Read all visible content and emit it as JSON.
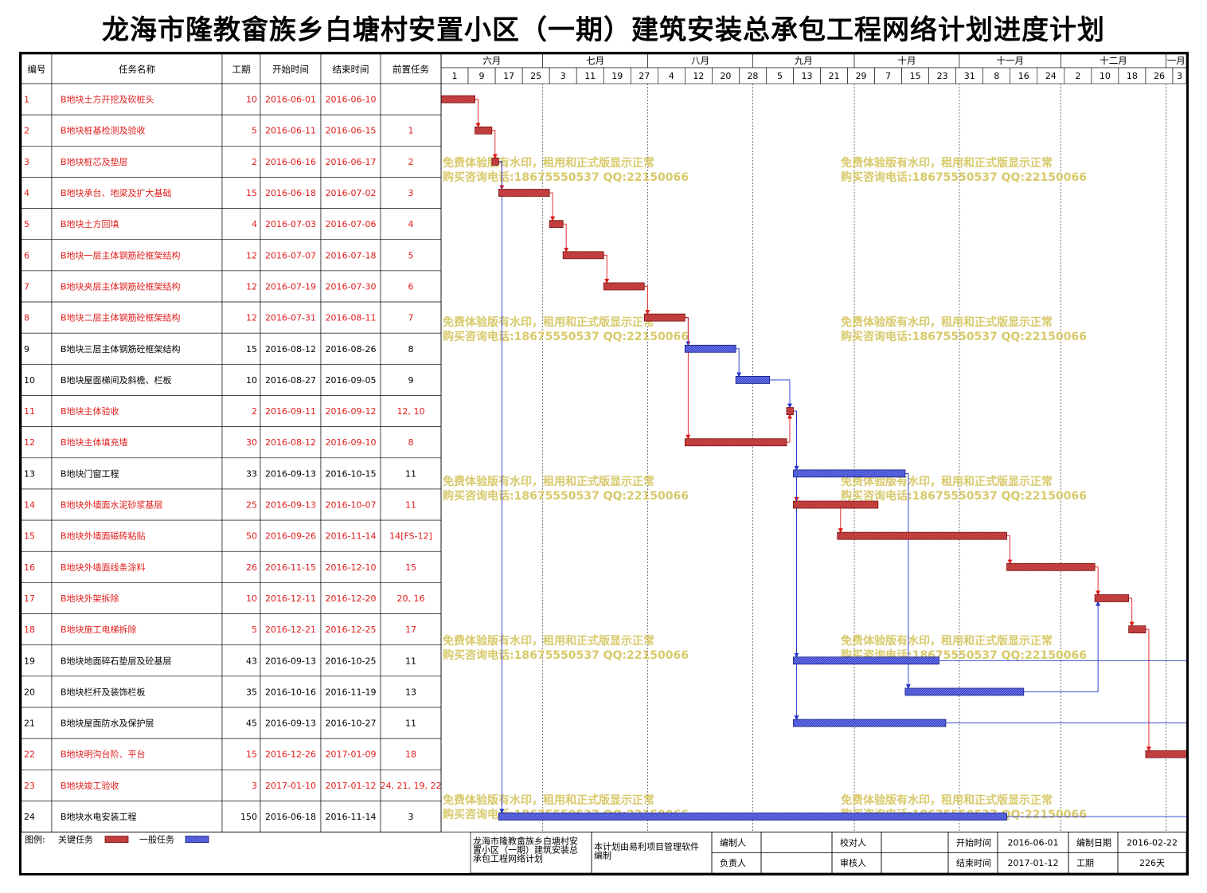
{
  "title": "龙海市隆教畲族乡白塘村安置小区（一期）建筑安装总承包工程网络计划进度计划",
  "colors": {
    "critical": "#d94c4c",
    "critical_text": "#e11b1b",
    "normal": "#3a46cf",
    "normal_text": "#000000",
    "watermark": "#d8c96a"
  },
  "columns": [
    "编号",
    "任务名称",
    "工期",
    "开始时间",
    "结束时间",
    "前置任务"
  ],
  "timeline": {
    "months": [
      {
        "label": "六月",
        "date": "2016-06-01"
      },
      {
        "label": "七月",
        "date": "2016-07-01"
      },
      {
        "label": "八月",
        "date": "2016-08-01"
      },
      {
        "label": "九月",
        "date": "2016-09-01"
      },
      {
        "label": "十月",
        "date": "2016-10-01"
      },
      {
        "label": "十一月",
        "date": "2016-11-01"
      },
      {
        "label": "十二月",
        "date": "2016-12-01"
      },
      {
        "label": "一月",
        "date": "2017-01-01"
      }
    ],
    "ticks": [
      {
        "label": "1",
        "date": "2016-06-01"
      },
      {
        "label": "9",
        "date": "2016-06-09"
      },
      {
        "label": "17",
        "date": "2016-06-17"
      },
      {
        "label": "25",
        "date": "2016-06-25"
      },
      {
        "label": "3",
        "date": "2016-07-03"
      },
      {
        "label": "11",
        "date": "2016-07-11"
      },
      {
        "label": "19",
        "date": "2016-07-19"
      },
      {
        "label": "27",
        "date": "2016-07-27"
      },
      {
        "label": "4",
        "date": "2016-08-04"
      },
      {
        "label": "12",
        "date": "2016-08-12"
      },
      {
        "label": "20",
        "date": "2016-08-20"
      },
      {
        "label": "28",
        "date": "2016-08-28"
      },
      {
        "label": "5",
        "date": "2016-09-05"
      },
      {
        "label": "13",
        "date": "2016-09-13"
      },
      {
        "label": "21",
        "date": "2016-09-21"
      },
      {
        "label": "29",
        "date": "2016-09-29"
      },
      {
        "label": "7",
        "date": "2016-10-07"
      },
      {
        "label": "15",
        "date": "2016-10-15"
      },
      {
        "label": "23",
        "date": "2016-10-23"
      },
      {
        "label": "31",
        "date": "2016-10-31"
      },
      {
        "label": "8",
        "date": "2016-11-08"
      },
      {
        "label": "16",
        "date": "2016-11-16"
      },
      {
        "label": "24",
        "date": "2016-11-24"
      },
      {
        "label": "2",
        "date": "2016-12-02"
      },
      {
        "label": "10",
        "date": "2016-12-10"
      },
      {
        "label": "18",
        "date": "2016-12-18"
      },
      {
        "label": "26",
        "date": "2016-12-26"
      },
      {
        "label": "3",
        "date": "2017-01-03"
      }
    ],
    "range": [
      "2016-06-01",
      "2017-01-07"
    ]
  },
  "chart_data": {
    "type": "gantt",
    "title": "龙海市隆教畲族乡白塘村安置小区（一期）建筑安装总承包工程网络计划进度计划",
    "tasks": [
      {
        "id": "1",
        "name": "B地块土方开挖及砍桩头",
        "duration": "10",
        "start": "2016-06-01",
        "end": "2016-06-10",
        "pred": "",
        "critical": true
      },
      {
        "id": "2",
        "name": "B地块桩基检测及验收",
        "duration": "5",
        "start": "2016-06-11",
        "end": "2016-06-15",
        "pred": "1",
        "critical": true
      },
      {
        "id": "3",
        "name": "B地块桩芯及垫层",
        "duration": "2",
        "start": "2016-06-16",
        "end": "2016-06-17",
        "pred": "2",
        "critical": true
      },
      {
        "id": "4",
        "name": "B地块承台、地梁及扩大基础",
        "duration": "15",
        "start": "2016-06-18",
        "end": "2016-07-02",
        "pred": "3",
        "critical": true
      },
      {
        "id": "5",
        "name": "B地块土方回填",
        "duration": "4",
        "start": "2016-07-03",
        "end": "2016-07-06",
        "pred": "4",
        "critical": true
      },
      {
        "id": "6",
        "name": "B地块一层主体钢筋砼框架结构",
        "duration": "12",
        "start": "2016-07-07",
        "end": "2016-07-18",
        "pred": "5",
        "critical": true
      },
      {
        "id": "7",
        "name": "B地块夹层主体钢筋砼框架结构",
        "duration": "12",
        "start": "2016-07-19",
        "end": "2016-07-30",
        "pred": "6",
        "critical": true
      },
      {
        "id": "8",
        "name": "B地块二层主体钢筋砼框架结构",
        "duration": "12",
        "start": "2016-07-31",
        "end": "2016-08-11",
        "pred": "7",
        "critical": true
      },
      {
        "id": "9",
        "name": "B地块三层主体钢筋砼框架结构",
        "duration": "15",
        "start": "2016-08-12",
        "end": "2016-08-26",
        "pred": "8",
        "critical": false
      },
      {
        "id": "10",
        "name": "B地块屋面梯间及斜檐、栏板",
        "duration": "10",
        "start": "2016-08-27",
        "end": "2016-09-05",
        "pred": "9",
        "critical": false
      },
      {
        "id": "11",
        "name": "B地块主体验收",
        "duration": "2",
        "start": "2016-09-11",
        "end": "2016-09-12",
        "pred": "12, 10",
        "critical": true
      },
      {
        "id": "12",
        "name": "B地块主体填充墙",
        "duration": "30",
        "start": "2016-08-12",
        "end": "2016-09-10",
        "pred": "8",
        "critical": true
      },
      {
        "id": "13",
        "name": "B地块门窗工程",
        "duration": "33",
        "start": "2016-09-13",
        "end": "2016-10-15",
        "pred": "11",
        "critical": false
      },
      {
        "id": "14",
        "name": "B地块外墙面水泥砂浆基层",
        "duration": "25",
        "start": "2016-09-13",
        "end": "2016-10-07",
        "pred": "11",
        "critical": true
      },
      {
        "id": "15",
        "name": "B地块外墙面磁砖粘贴",
        "duration": "50",
        "start": "2016-09-26",
        "end": "2016-11-14",
        "pred": "14[FS-12]",
        "critical": true
      },
      {
        "id": "16",
        "name": "B地块外墙面线条涂料",
        "duration": "26",
        "start": "2016-11-15",
        "end": "2016-12-10",
        "pred": "15",
        "critical": true
      },
      {
        "id": "17",
        "name": "B地块外架拆除",
        "duration": "10",
        "start": "2016-12-11",
        "end": "2016-12-20",
        "pred": "20, 16",
        "critical": true
      },
      {
        "id": "18",
        "name": "B地块施工电梯拆除",
        "duration": "5",
        "start": "2016-12-21",
        "end": "2016-12-25",
        "pred": "17",
        "critical": true
      },
      {
        "id": "19",
        "name": "B地块地面碎石垫层及砼基层",
        "duration": "43",
        "start": "2016-09-13",
        "end": "2016-10-25",
        "pred": "11",
        "critical": false
      },
      {
        "id": "20",
        "name": "B地块栏杆及装饰栏板",
        "duration": "35",
        "start": "2016-10-16",
        "end": "2016-11-19",
        "pred": "13",
        "critical": false
      },
      {
        "id": "21",
        "name": "B地块屋面防水及保护层",
        "duration": "45",
        "start": "2016-09-13",
        "end": "2016-10-27",
        "pred": "11",
        "critical": false
      },
      {
        "id": "22",
        "name": "B地块明沟台阶、平台",
        "duration": "15",
        "start": "2016-12-26",
        "end": "2017-01-09",
        "pred": "18",
        "critical": true
      },
      {
        "id": "23",
        "name": "B地块竣工验收",
        "duration": "3",
        "start": "2017-01-10",
        "end": "2017-01-12",
        "pred": "24, 21, 19, 22",
        "critical": true
      },
      {
        "id": "24",
        "name": "B地块水电安装工程",
        "duration": "150",
        "start": "2016-06-18",
        "end": "2016-11-14",
        "pred": "3",
        "critical": false
      }
    ],
    "links": [
      [
        "1",
        "2"
      ],
      [
        "2",
        "3"
      ],
      [
        "3",
        "4"
      ],
      [
        "4",
        "5"
      ],
      [
        "5",
        "6"
      ],
      [
        "6",
        "7"
      ],
      [
        "7",
        "8"
      ],
      [
        "8",
        "9"
      ],
      [
        "9",
        "10"
      ],
      [
        "8",
        "12"
      ],
      [
        "12",
        "11"
      ],
      [
        "10",
        "11"
      ],
      [
        "11",
        "13"
      ],
      [
        "11",
        "14"
      ],
      [
        "14",
        "15"
      ],
      [
        "15",
        "16"
      ],
      [
        "16",
        "17"
      ],
      [
        "20",
        "17"
      ],
      [
        "17",
        "18"
      ],
      [
        "18",
        "22"
      ],
      [
        "11",
        "19"
      ],
      [
        "13",
        "20"
      ],
      [
        "11",
        "21"
      ],
      [
        "22",
        "23"
      ],
      [
        "21",
        "23"
      ],
      [
        "19",
        "23"
      ],
      [
        "24",
        "23"
      ],
      [
        "3",
        "24"
      ]
    ]
  },
  "watermark": {
    "line1": "免费体验版有水印，租用和正式版显示正常",
    "line2": "购买咨询电话:18675550537 QQ:22150066"
  },
  "legend": {
    "label": "图例:",
    "critical": "关键任务",
    "normal": "一般任务"
  },
  "footer": {
    "plan_name": [
      "龙海市隆教畲族乡白塘村安",
      "置小区（一期）建筑安装总",
      "承包工程网络计划"
    ],
    "software_note": [
      "本计划由易利项目管理软件",
      "编制"
    ],
    "labels": {
      "compiler": "编制人",
      "checker": "校对人",
      "start": "开始时间",
      "compile_date": "编制日期",
      "responsible": "负责人",
      "reviewer": "审核人",
      "end": "结束时间",
      "duration": "工期"
    },
    "values": {
      "start": "2016-06-01",
      "compile_date": "2016-02-22",
      "end": "2017-01-12",
      "duration": "226天"
    }
  }
}
